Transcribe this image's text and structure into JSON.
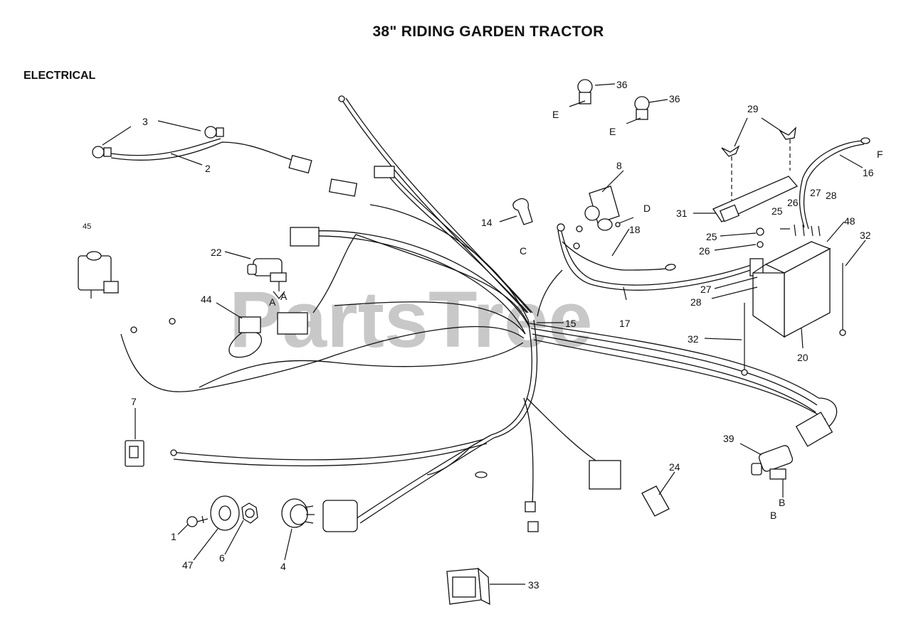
{
  "title": "38\" RIDING GARDEN TRACTOR",
  "section": "ELECTRICAL",
  "watermark": "PartsTree",
  "colors": {
    "line": "#111111",
    "watermark": "#c8c8c8",
    "background": "#ffffff"
  },
  "labels": {
    "p1": "1",
    "p2": "2",
    "p3": "3",
    "p4": "4",
    "p6": "6",
    "p7": "7",
    "p8": "8",
    "p14": "14",
    "p15": "15",
    "p16": "16",
    "p17": "17",
    "p18": "18",
    "p20": "20",
    "p22": "22",
    "p24": "24",
    "p25a": "25",
    "p25b": "25",
    "p26a": "26",
    "p26b": "26",
    "p27a": "27",
    "p27b": "27",
    "p28a": "28",
    "p28b": "28",
    "p29": "29",
    "p31": "31",
    "p32a": "32",
    "p32b": "32",
    "p33": "33",
    "p36a": "36",
    "p36b": "36",
    "p39": "39",
    "p44": "44",
    "p45": "45",
    "p47": "47",
    "p48": "48"
  },
  "refs": {
    "a1": "A",
    "a2": "A",
    "b1": "B",
    "b2": "B",
    "c": "C",
    "d": "D",
    "e1": "E",
    "e2": "E",
    "f": "F"
  }
}
